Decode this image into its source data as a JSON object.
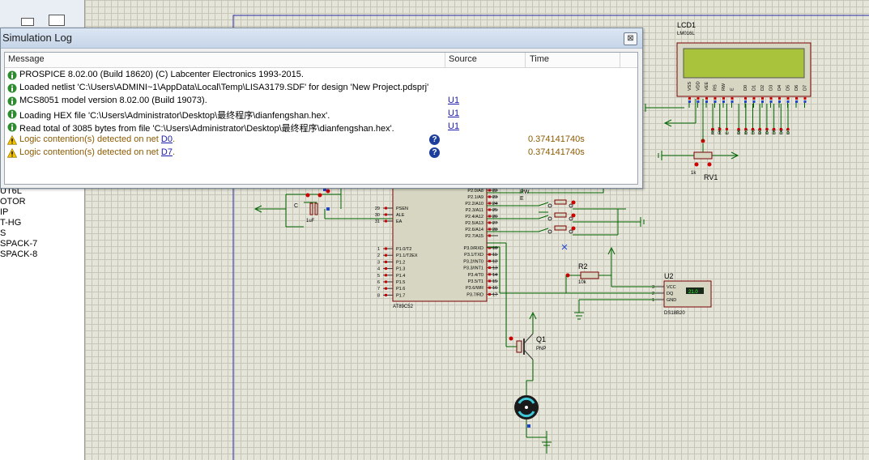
{
  "dialog": {
    "title": "Simulation Log",
    "close_glyph": "⊠",
    "columns": {
      "message": "Message",
      "source": "Source",
      "time": "Time"
    },
    "rows": [
      {
        "type": "info",
        "message": "PROSPICE 8.02.00 (Build 18620) (C) Labcenter Electronics 1993-2015.",
        "source": "",
        "time": ""
      },
      {
        "type": "info",
        "message": "Loaded netlist 'C:\\Users\\ADMINI~1\\AppData\\Local\\Temp\\LISA3179.SDF' for design 'New Project.pdsprj'",
        "source": "",
        "time": ""
      },
      {
        "type": "info",
        "message": "MCS8051 model version 8.02.00 (Build 19073).",
        "source": "U1",
        "time": ""
      },
      {
        "type": "info",
        "message": "Loading HEX file 'C:\\Users\\Administrator\\Desktop\\最终程序\\dianfengshan.hex'.",
        "source": "U1",
        "time": ""
      },
      {
        "type": "info",
        "message": "Read total of 3085 bytes from file 'C:\\Users\\Administrator\\Desktop\\最终程序\\dianfengshan.hex'.",
        "source": "U1",
        "time": ""
      },
      {
        "type": "warning",
        "message_prefix": "Logic contention(s) detected on net ",
        "net": "D0",
        "message_suffix": ".",
        "time": "0.374141740s"
      },
      {
        "type": "warning",
        "message_prefix": "Logic contention(s) detected on net ",
        "net": "D7",
        "message_suffix": ".",
        "time": "0.374141740s"
      }
    ]
  },
  "device_list": [
    "UT6L",
    "OTOR",
    "IP",
    "T-HG",
    "S",
    "SPACK-7",
    "SPACK-8"
  ],
  "schematic": {
    "lcd": {
      "ref": "LCD1",
      "part": "LM016L",
      "pins": [
        "VSS",
        "VDD",
        "VEE",
        "RS",
        "RW",
        "E",
        "D0",
        "D1",
        "D2",
        "D3",
        "D4",
        "D5",
        "D6",
        "D7"
      ],
      "lcd_color": "#a9c33c"
    },
    "rv1": {
      "ref": "RV1",
      "value": "1k"
    },
    "mcu": {
      "part": "AT89C52",
      "left_pins": [
        {
          "num": "29",
          "name": "PSEN"
        },
        {
          "num": "30",
          "name": "ALE"
        },
        {
          "num": "31",
          "name": "EA"
        },
        {
          "num": "1",
          "name": "P1.0/T2"
        },
        {
          "num": "2",
          "name": "P1.1/T2EX"
        },
        {
          "num": "3",
          "name": "P1.2"
        },
        {
          "num": "4",
          "name": "P1.3"
        },
        {
          "num": "5",
          "name": "P1.4"
        },
        {
          "num": "6",
          "name": "P1.5"
        },
        {
          "num": "7",
          "name": "P1.6"
        },
        {
          "num": "8",
          "name": "P1.7"
        }
      ],
      "right_pins": [
        {
          "num": "22",
          "name": "P2.0/A8"
        },
        {
          "num": "23",
          "name": "P2.1/A9"
        },
        {
          "num": "24",
          "name": "P2.2/A10"
        },
        {
          "num": "25",
          "name": "P2.3/A11"
        },
        {
          "num": "26",
          "name": "P2.4/A12"
        },
        {
          "num": "27",
          "name": "P2.5/A13"
        },
        {
          "num": "28",
          "name": "P2.6/A14"
        },
        {
          "num": "",
          "name": "P2.7/A15"
        },
        {
          "num": "10",
          "name": "P3.0/RXD"
        },
        {
          "num": "11",
          "name": "P3.1/TXD"
        },
        {
          "num": "12",
          "name": "P3.2/INT0"
        },
        {
          "num": "13",
          "name": "P3.3/INT1"
        },
        {
          "num": "14",
          "name": "P3.4/T0"
        },
        {
          "num": "15",
          "name": "P3.5/T1"
        },
        {
          "num": "16",
          "name": "P3.6/WR"
        },
        {
          "num": "17",
          "name": "P3.7/RD"
        }
      ],
      "net_labels": [
        "RW",
        "E"
      ]
    },
    "r2": {
      "ref": "R2",
      "value": "10k"
    },
    "u2": {
      "ref": "U2",
      "part": "DS18B20",
      "pins": [
        {
          "num": "3",
          "name": "VCC"
        },
        {
          "num": "2",
          "name": "DQ"
        },
        {
          "num": "1",
          "name": "GND"
        }
      ],
      "display": "21.0"
    },
    "q1": {
      "ref": "Q1",
      "type": "PNP"
    },
    "cap": {
      "value": "1uF"
    },
    "lcd_bus_labels": [
      "RS",
      "RW",
      "E",
      "D0",
      "D1",
      "D2",
      "D3",
      "D4",
      "D5",
      "D6",
      "D7"
    ],
    "colors": {
      "wire": "#006400",
      "part_outline": "#7a0000",
      "part_fill": "#d6d6c2",
      "pin_red": "#cc0000",
      "pin_blue": "#2244cc"
    }
  }
}
